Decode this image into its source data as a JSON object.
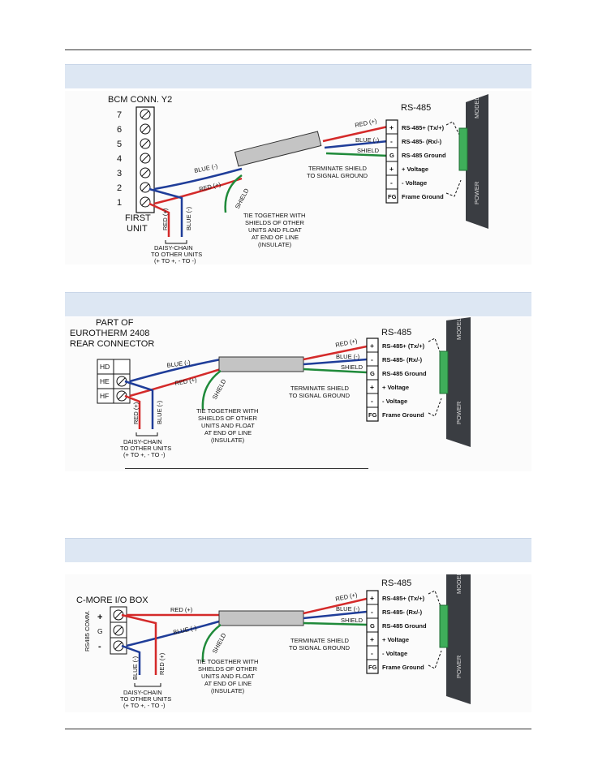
{
  "diagram1": {
    "conn_title": "BCM CONN. Y2",
    "pins": [
      "7",
      "6",
      "5",
      "4",
      "3",
      "2",
      "1"
    ],
    "unit_label": [
      "FIRST",
      "UNIT"
    ],
    "rs485_title": "RS-485",
    "wires": {
      "red": "RED (+)",
      "blue": "BLUE (-)",
      "shield": "SHIELD",
      "red_down": "RED (+)",
      "blue_down": "BLUE (-)"
    },
    "daisy": [
      "DAISY-CHAIN",
      "TO OTHER UNITS",
      "(+ TO +, - TO -)"
    ],
    "terminate": [
      "TERMINATE SHIELD",
      "TO SIGNAL GROUND"
    ],
    "tie": [
      "TIE TOGETHER WITH",
      "SHIELDS OF OTHER",
      "UNITS AND FLOAT",
      "AT END OF LINE",
      "(INSULATE)"
    ]
  },
  "diagram2": {
    "conn_title": [
      "PART OF",
      "EUROTHERM 2408",
      "REAR CONNECTOR"
    ],
    "pins": [
      "HD",
      "HE",
      "HF"
    ],
    "rs485_title": "RS-485",
    "wires": {
      "red": "RED (+)",
      "blue": "BLUE (-)",
      "shield": "SHIELD",
      "red_down": "RED (+)",
      "blue_down": "BLUE (-)"
    },
    "daisy": [
      "DAISY-CHAIN",
      "TO OTHER UNITS",
      "(+ TO +, - TO -)"
    ],
    "terminate": [
      "TERMINATE SHIELD",
      "TO SIGNAL GROUND"
    ],
    "tie": [
      "TIE TOGETHER WITH",
      "SHIELDS OF OTHER",
      "UNITS AND FLOAT",
      "AT END OF LINE",
      "(INSULATE)"
    ]
  },
  "diagram3": {
    "conn_title": "C-MORE I/O BOX",
    "side_label": "RS485 COMM.",
    "pins": [
      "+",
      "G",
      "-"
    ],
    "rs485_title": "RS-485",
    "wires": {
      "red": "RED (+)",
      "blue": "BLUE (-)",
      "shield": "SHIELD",
      "red_down": "RED (+)",
      "blue_down": "BLUE (-)"
    },
    "daisy": [
      "DAISY-CHAIN",
      "TO OTHER UNITS",
      "(+ TO +, - TO -)"
    ],
    "terminate": [
      "TERMINATE SHIELD",
      "TO SIGNAL GROUND"
    ],
    "tie": [
      "TIE TOGETHER WITH",
      "SHIELDS OF OTHER",
      "UNITS AND FLOAT",
      "AT END OF LINE",
      "(INSULATE)"
    ]
  },
  "rs485_rows": [
    {
      "sym": "+",
      "label": "RS-485+ (Tx/+)"
    },
    {
      "sym": "-",
      "label": "RS-485-  (Rx/-)"
    },
    {
      "sym": "G",
      "label": "RS-485 Ground"
    },
    {
      "sym": "+",
      "label": "+ Voltage"
    },
    {
      "sym": "-",
      "label": "- Voltage"
    },
    {
      "sym": "FG",
      "label": "Frame Ground"
    }
  ],
  "device_labels": {
    "top": "MODEL",
    "bottom": "POWER"
  },
  "colors": {
    "red": "#d42a2a",
    "blue": "#1f3d99",
    "green": "#1f8a3a",
    "band": "#dde7f3",
    "device": "#3a3d42",
    "terminal_green": "#3fae5a"
  }
}
